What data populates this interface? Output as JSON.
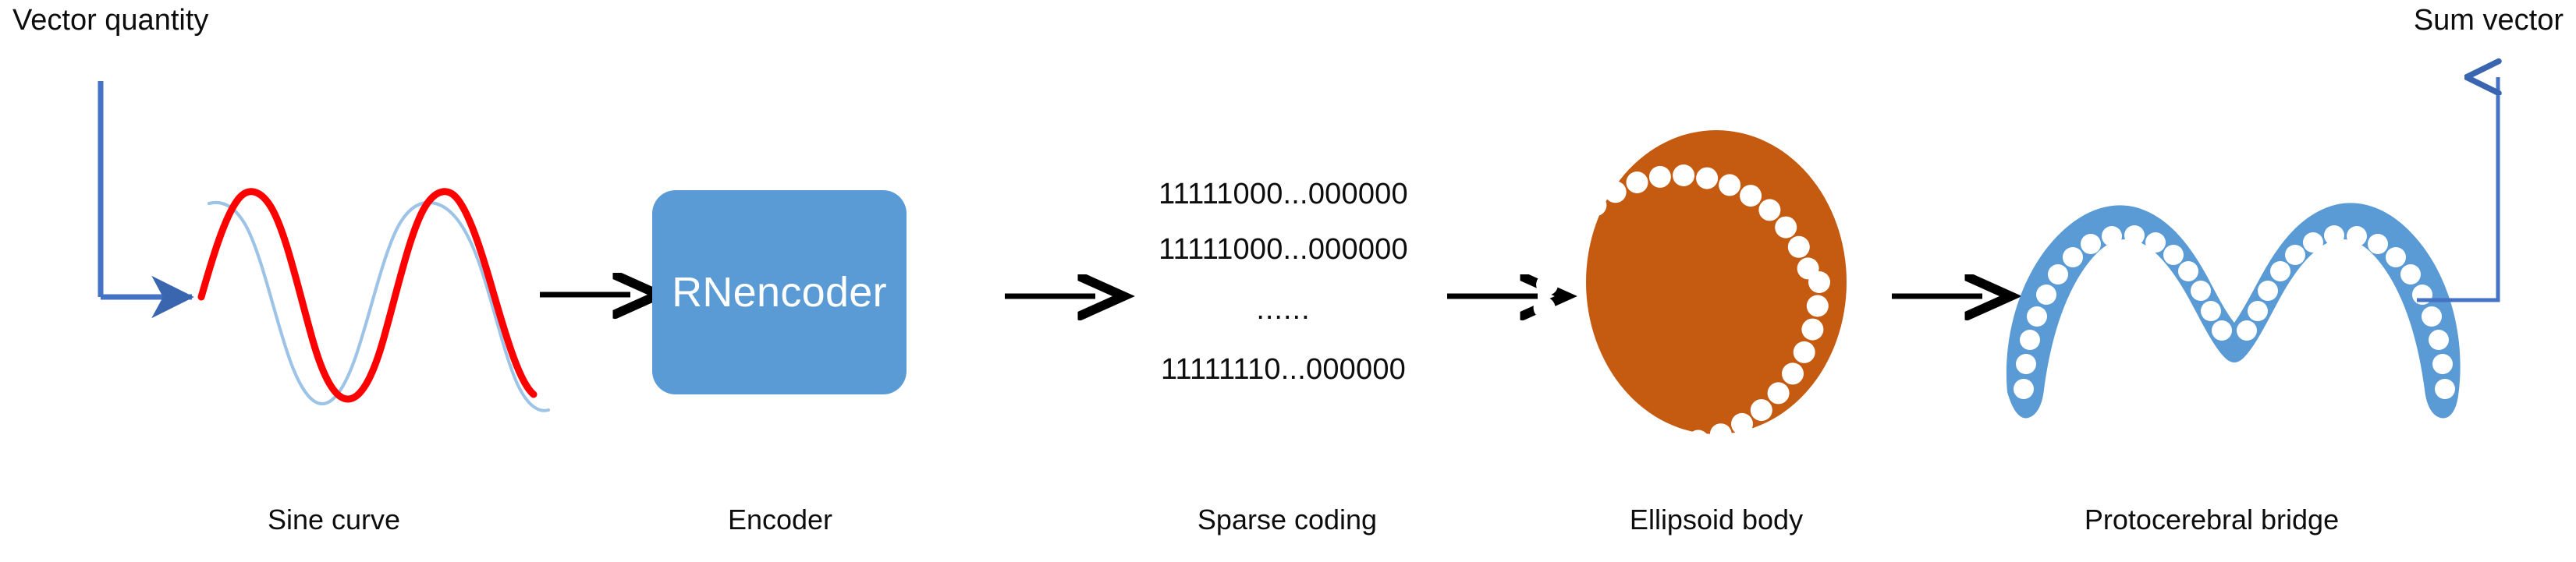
{
  "diagram": {
    "background_color": "#FFFFFF",
    "input_annotation": {
      "label": "Vector quantity",
      "axis_color": "#4472C4"
    },
    "output_annotation": {
      "label": "Sum vector",
      "axis_color": "#4472C4"
    },
    "stages": [
      {
        "id": "sine-curve",
        "caption": "Sine curve",
        "kind": "sine-wave-plot",
        "curves": [
          {
            "name": "reference-sine",
            "color": "#9DC3E6",
            "stroke_width": 3
          },
          {
            "name": "phase-shifted-sine",
            "color": "#FF0000",
            "stroke_width": 9
          }
        ]
      },
      {
        "id": "encoder",
        "caption": "Encoder",
        "kind": "rounded-box",
        "box_label": "RNencoder",
        "box_fill": "#5B9BD5",
        "box_text_color": "#FFFFFF"
      },
      {
        "id": "sparse-coding",
        "caption": "Sparse coding",
        "kind": "binary-code-list",
        "rows": [
          "11111000...000000",
          "11111000...000000",
          "......",
          "11111110...000000"
        ]
      },
      {
        "id": "ellipsoid-body",
        "caption": "Ellipsoid body",
        "kind": "dotted-ellipse",
        "fill": "#C55A11",
        "dot_color": "#FFFFFF",
        "dot_count": 40
      },
      {
        "id": "protocerebral-bridge",
        "caption": "Protocerebral bridge",
        "kind": "dotted-double-arch",
        "fill": "#5B9BD5",
        "dot_color": "#FFFFFF",
        "dot_count": 36
      }
    ],
    "connectors": [
      {
        "name": "arrow-sine-to-encoder",
        "color": "#000000"
      },
      {
        "name": "arrow-encoder-to-sparse",
        "color": "#000000"
      },
      {
        "name": "arrow-sparse-to-ellipsoid",
        "color": "#000000"
      },
      {
        "name": "arrow-ellipsoid-to-bridge",
        "color": "#000000"
      }
    ]
  }
}
